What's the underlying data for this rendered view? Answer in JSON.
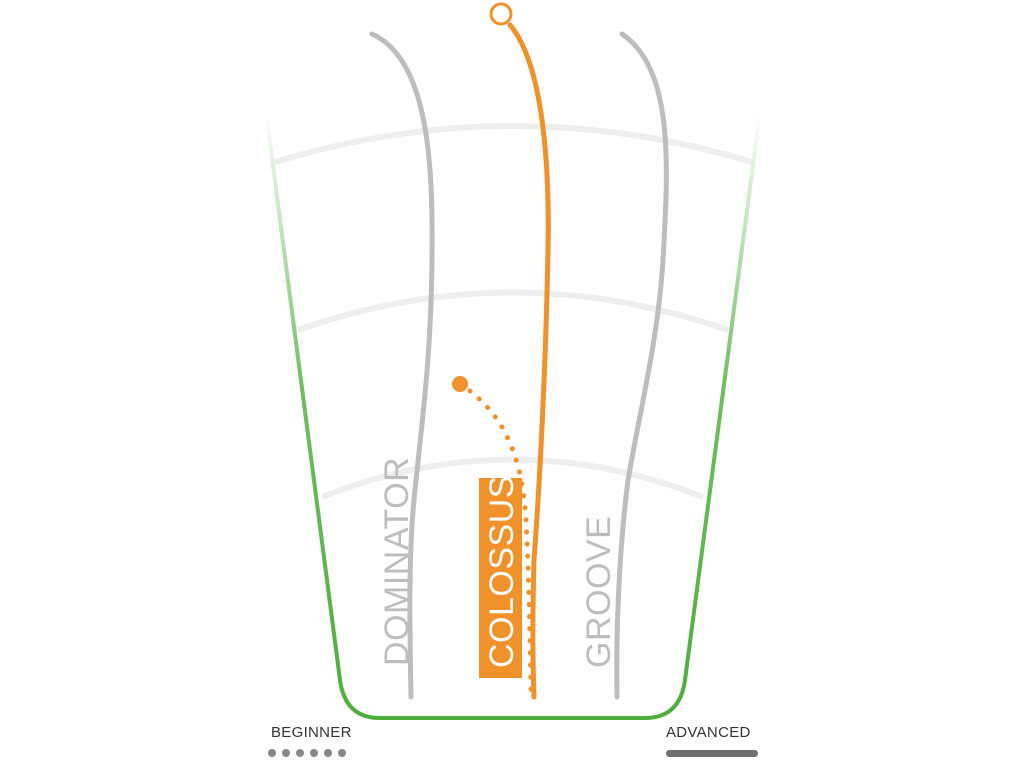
{
  "paths": [
    {
      "label": "DOMINATOR",
      "color": "#bdbdbd",
      "selected": false
    },
    {
      "label": "COLOSSUS",
      "color": "#f0912a",
      "selected": true
    },
    {
      "label": "GROOVE",
      "color": "#bdbdbd",
      "selected": false
    }
  ],
  "scale": {
    "beginner_label": "BEGINNER",
    "advanced_label": "ADVANCED",
    "beginner_dot_count": 6
  },
  "colors": {
    "lane_outline": "#4caf3a",
    "grid_arcs": "#eeeeee",
    "highlight": "#f0912a",
    "inactive_path": "#bdbdbd",
    "label_text_on_highlight": "#ffffff"
  }
}
